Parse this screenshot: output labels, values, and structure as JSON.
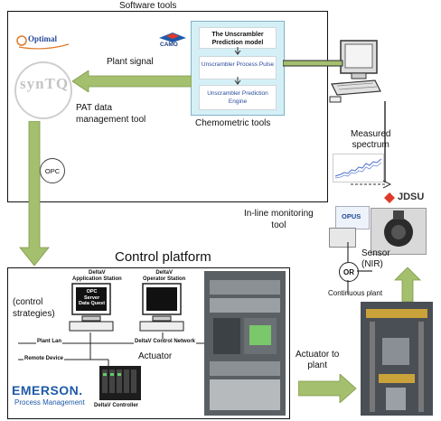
{
  "software_tools": {
    "title": "Software tools",
    "optimal_logo": "Optimal",
    "syntq_logo": "synTQ",
    "camo_logo": "CAMO",
    "plant_signal": "Plant signal",
    "pat_label": "PAT data\nmanagement tool",
    "opc_label": "OPC",
    "chemometric_label": "Chemometric tools",
    "unscrambler_brand": "Unscrambler",
    "prediction_model": "The Unscrambler Prediction model",
    "process_pulse": "Unscrambler Process Pulse",
    "prediction_engine": "Unscrambler Prediction Engine"
  },
  "monitoring": {
    "measured_spectrum": "Measured\nspectrum",
    "inline_label": "In-line monitoring\ntool",
    "opus_logo": "OPUS",
    "jdsu_logo": "JDSU",
    "or_label": "OR",
    "sensor_label": "Sensor\n(NIR)",
    "continuous_plant": "Continuous plant"
  },
  "control_platform": {
    "title": "Control platform",
    "control_strategies": "(control\nstrategies)",
    "app_station": "DeltaV\nApplication Station",
    "operator_station": "DeltaV\nOperator Station",
    "opc_server": "OPC\nServer\nData Quest",
    "plant_lan": "Plant Lan",
    "remote_device": "Remote Device",
    "control_network": "DeltaV Control Network",
    "actuator": "Actuator",
    "controller": "DeltaV Controller",
    "emerson": "EMERSON.",
    "process_mgmt": "Process Management",
    "actuator_to_plant": "Actuator to\nplant"
  },
  "colors": {
    "arrow_green": "#a4bf6d",
    "chemo_bg": "#d4f0f6",
    "jdsu_red": "#e03a2a"
  }
}
